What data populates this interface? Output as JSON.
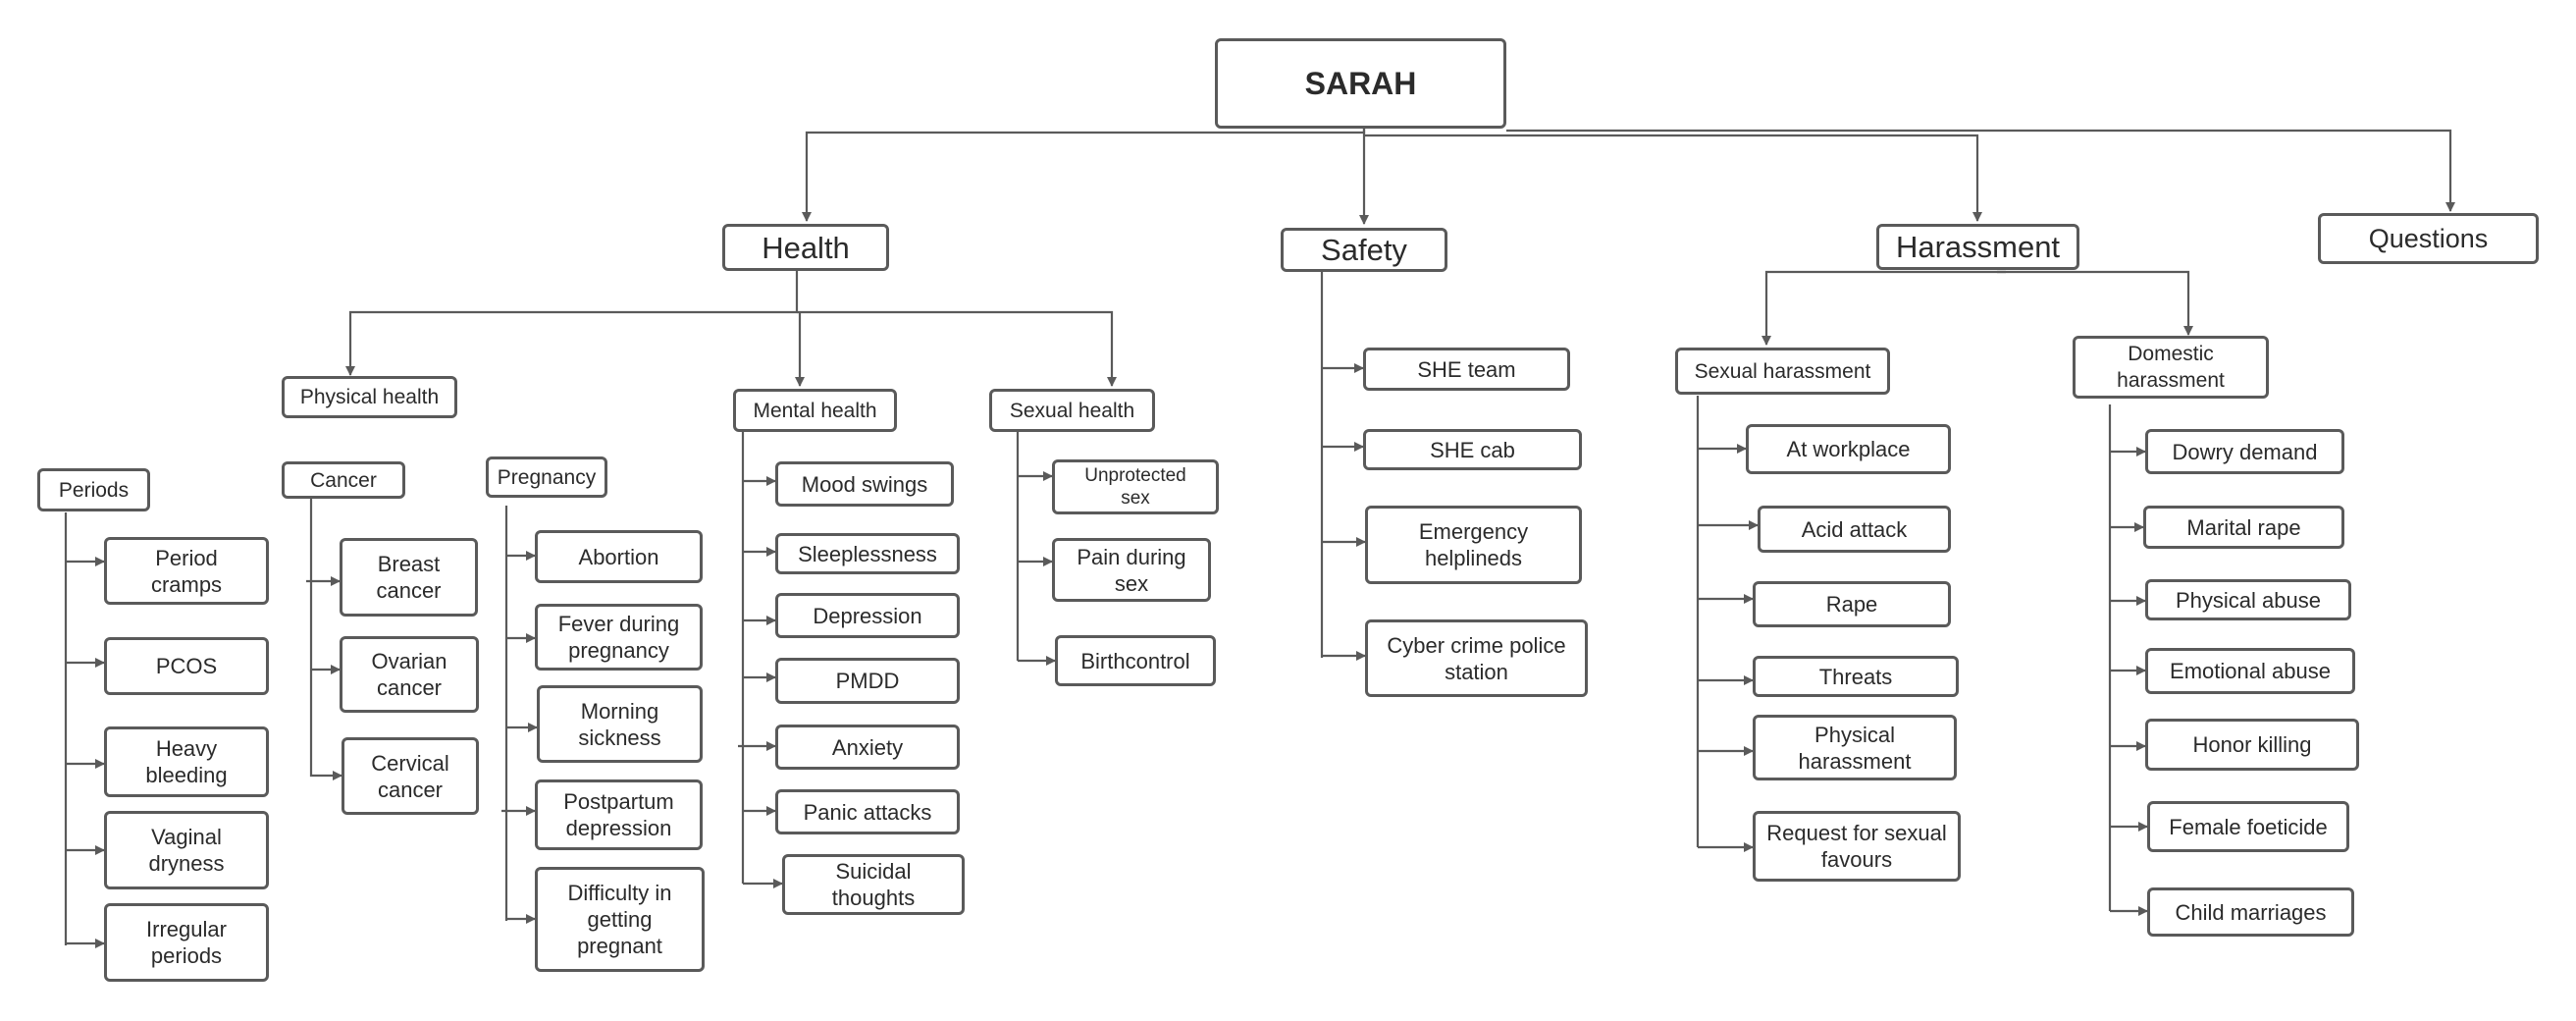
{
  "root": "SARAH",
  "top": {
    "health": "Health",
    "safety": "Safety",
    "harassment": "Harassment",
    "questions": "Questions"
  },
  "health": {
    "physical": "Physical health",
    "mental": "Mental health",
    "sexual": "Sexual health",
    "periods": {
      "label": "Periods",
      "items": [
        "Period\ncramps",
        "PCOS",
        "Heavy\nbleeding",
        "Vaginal\ndryness",
        "Irregular\nperiods"
      ]
    },
    "cancer": {
      "label": "Cancer",
      "items": [
        "Breast\ncancer",
        "Ovarian\ncancer",
        "Cervical\ncancer"
      ]
    },
    "pregnancy": {
      "label": "Pregnancy",
      "items": [
        "Abortion",
        "Fever during\npregnancy",
        "Morning\nsickness",
        "Postpartum\ndepression",
        "Difficulty in\ngetting\npregnant"
      ]
    },
    "mental_items": [
      "Mood swings",
      "Sleeplessness",
      "Depression",
      "PMDD",
      "Anxiety",
      "Panic attacks",
      "Suicidal\nthoughts"
    ],
    "sexual_items": [
      "Unprotected\nsex",
      "Pain during\nsex",
      "Birthcontrol"
    ]
  },
  "safety_items": [
    "SHE team",
    "SHE cab",
    "Emergency\nhelplineds",
    "Cyber crime police\nstation"
  ],
  "harassment": {
    "sexual": "Sexual harassment",
    "domestic": "Domestic\nharassment",
    "sexual_items": [
      "At workplace",
      "Acid attack",
      "Rape",
      "Threats",
      "Physical\nharassment",
      "Request for sexual\nfavours"
    ],
    "domestic_items": [
      "Dowry demand",
      "Marital rape",
      "Physical abuse",
      "Emotional abuse",
      "Honor killing",
      "Female foeticide",
      "Child marriages"
    ]
  },
  "colors": {
    "line": "#5a5a5a",
    "text": "#2b2b2b",
    "border": "#5a5a5a"
  }
}
